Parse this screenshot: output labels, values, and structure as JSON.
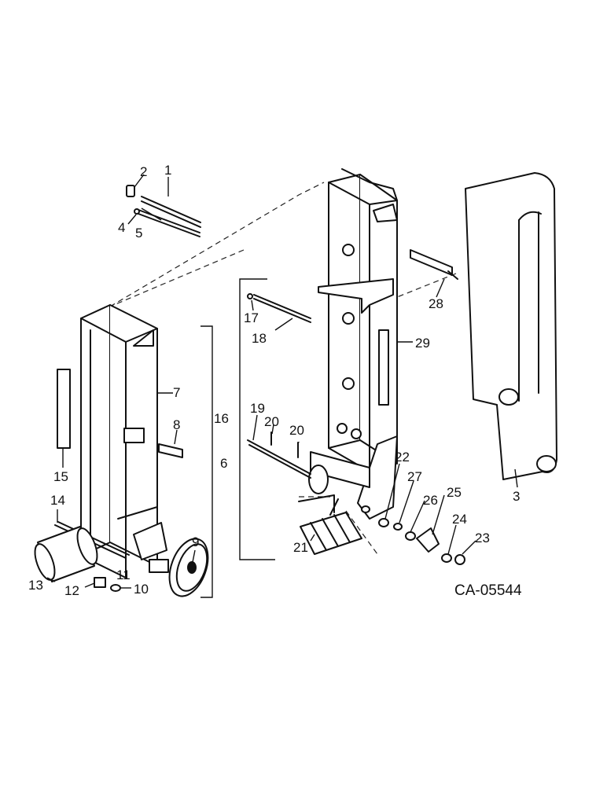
{
  "figure": {
    "drawing_code": "CA-05544",
    "callouts": [
      "1",
      "2",
      "3",
      "4",
      "5",
      "6",
      "7",
      "8",
      "9",
      "10",
      "11",
      "12",
      "13",
      "14",
      "15",
      "16",
      "17",
      "18",
      "19",
      "20",
      "20",
      "21",
      "22",
      "23",
      "24",
      "25",
      "26",
      "27",
      "28",
      "29"
    ]
  }
}
